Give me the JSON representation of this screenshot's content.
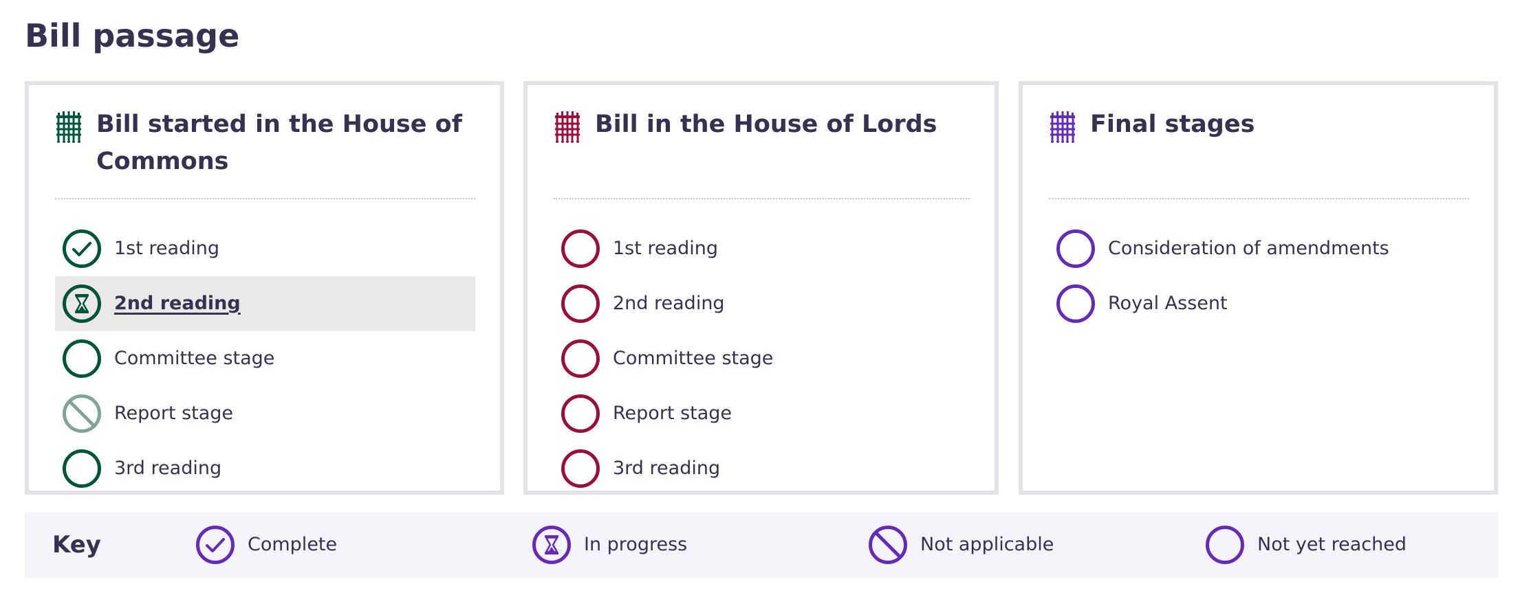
{
  "page": {
    "title": "Bill passage"
  },
  "colors": {
    "commons": "#00543c",
    "commons_muted": "#7fa598",
    "lords": "#9d0e3c",
    "final": "#652ab8",
    "highlight": "#ebe9e8",
    "key_background": "#f4f3fa",
    "text": "#373151"
  },
  "panels": [
    {
      "title": "Bill started in the House of Commons",
      "icon": "portcullis-icon",
      "stages": [
        {
          "label": "1st reading",
          "status": "complete",
          "icon": "check-icon"
        },
        {
          "label": "2nd reading",
          "status": "in-progress",
          "icon": "hourglass-icon",
          "current": true
        },
        {
          "label": "Committee stage",
          "status": "not-yet-reached",
          "icon": "circle-icon"
        },
        {
          "label": "Report stage",
          "status": "not-applicable",
          "icon": "not-applicable-icon"
        },
        {
          "label": "3rd reading",
          "status": "not-yet-reached",
          "icon": "circle-icon"
        }
      ]
    },
    {
      "title": "Bill in the House of Lords",
      "icon": "portcullis-icon",
      "stages": [
        {
          "label": "1st reading",
          "status": "not-yet-reached",
          "icon": "circle-icon"
        },
        {
          "label": "2nd reading",
          "status": "not-yet-reached",
          "icon": "circle-icon"
        },
        {
          "label": "Committee stage",
          "status": "not-yet-reached",
          "icon": "circle-icon"
        },
        {
          "label": "Report stage",
          "status": "not-yet-reached",
          "icon": "circle-icon"
        },
        {
          "label": "3rd reading",
          "status": "not-yet-reached",
          "icon": "circle-icon"
        }
      ]
    },
    {
      "title": "Final stages",
      "icon": "portcullis-icon",
      "stages": [
        {
          "label": "Consideration of amendments",
          "status": "not-yet-reached",
          "icon": "circle-icon"
        },
        {
          "label": "Royal Assent",
          "status": "not-yet-reached",
          "icon": "circle-icon"
        }
      ]
    }
  ],
  "key": {
    "title": "Key",
    "items": [
      {
        "label": "Complete",
        "icon": "check-icon"
      },
      {
        "label": "In progress",
        "icon": "hourglass-icon"
      },
      {
        "label": "Not applicable",
        "icon": "not-applicable-icon"
      },
      {
        "label": "Not yet reached",
        "icon": "circle-icon"
      }
    ]
  }
}
